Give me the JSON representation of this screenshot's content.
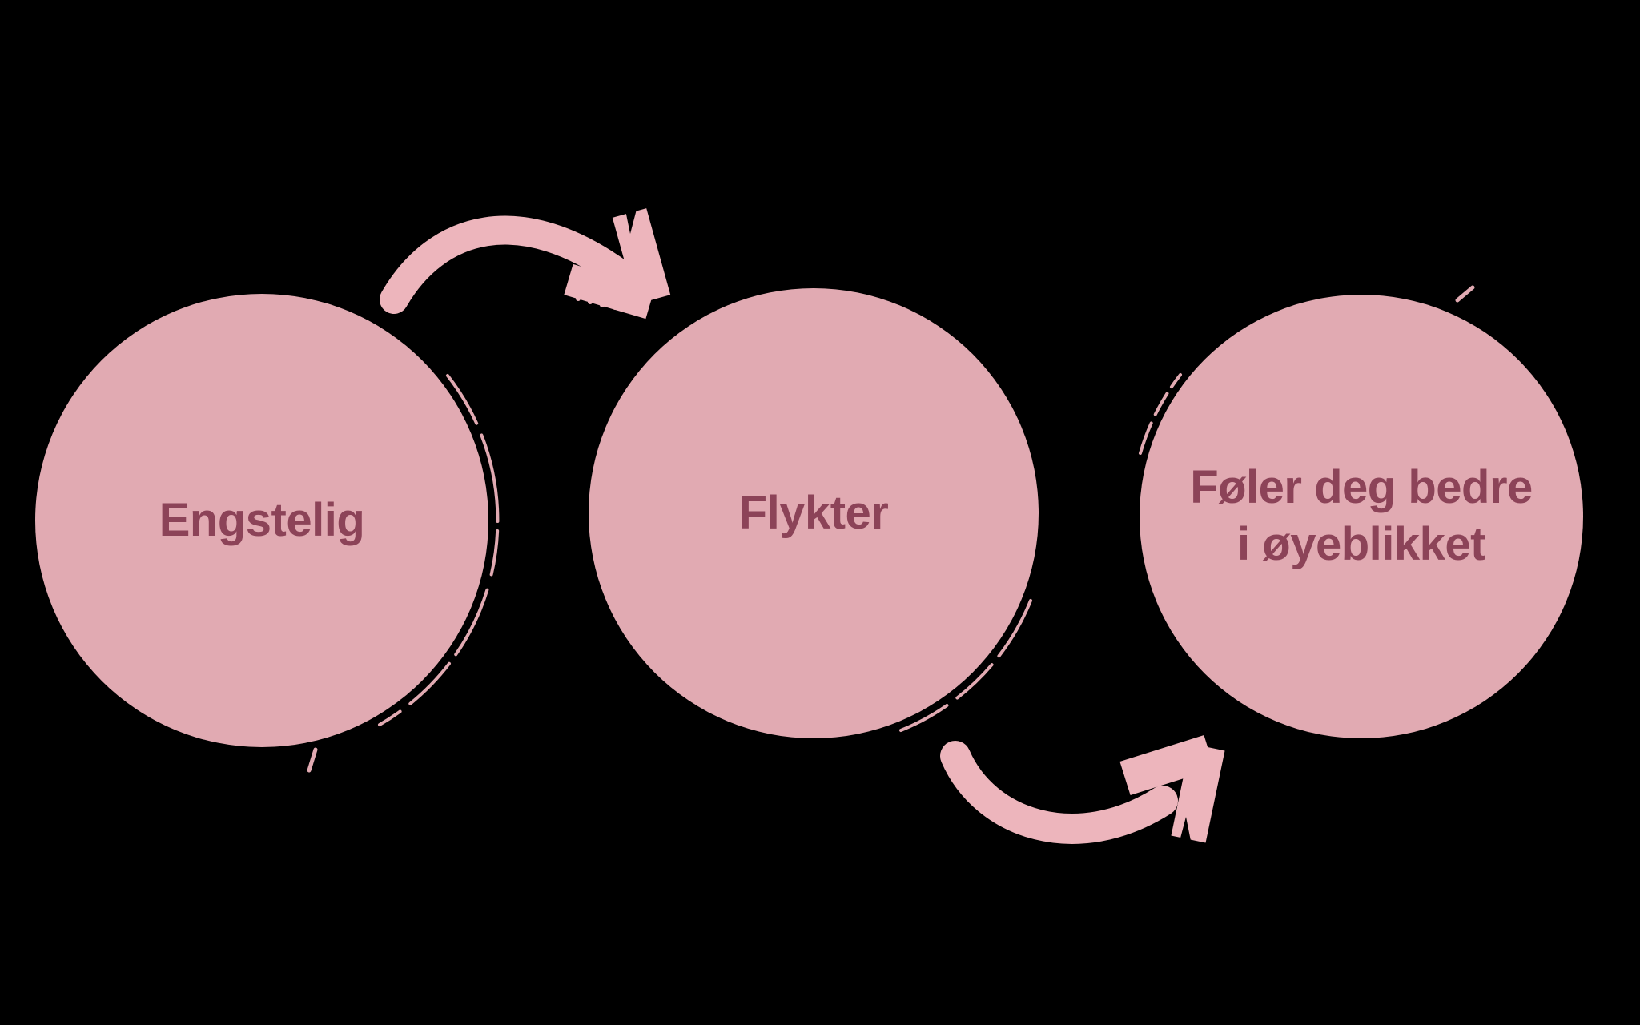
{
  "colors": {
    "background": "#000000",
    "circle_fill": "#E1AAB2",
    "arrow_stroke": "#EDB5BC",
    "label_text": "#8C4358"
  },
  "nodes": [
    {
      "id": "node-1",
      "lines": [
        "Engstelig"
      ]
    },
    {
      "id": "node-2",
      "lines": [
        "Flykter"
      ]
    },
    {
      "id": "node-3",
      "lines": [
        "Føler deg bedre",
        "i øyeblikket"
      ]
    }
  ],
  "arrows": [
    {
      "id": "arrow-1",
      "from": "Engstelig",
      "to": "Flykter",
      "style": "curved brush stroke over the top, head pointing down-right"
    },
    {
      "id": "arrow-2",
      "from": "Flykter",
      "to": "Føler deg bedre i øyeblikket",
      "style": "curved brush stroke under the bottom, head pointing up-right"
    }
  ]
}
